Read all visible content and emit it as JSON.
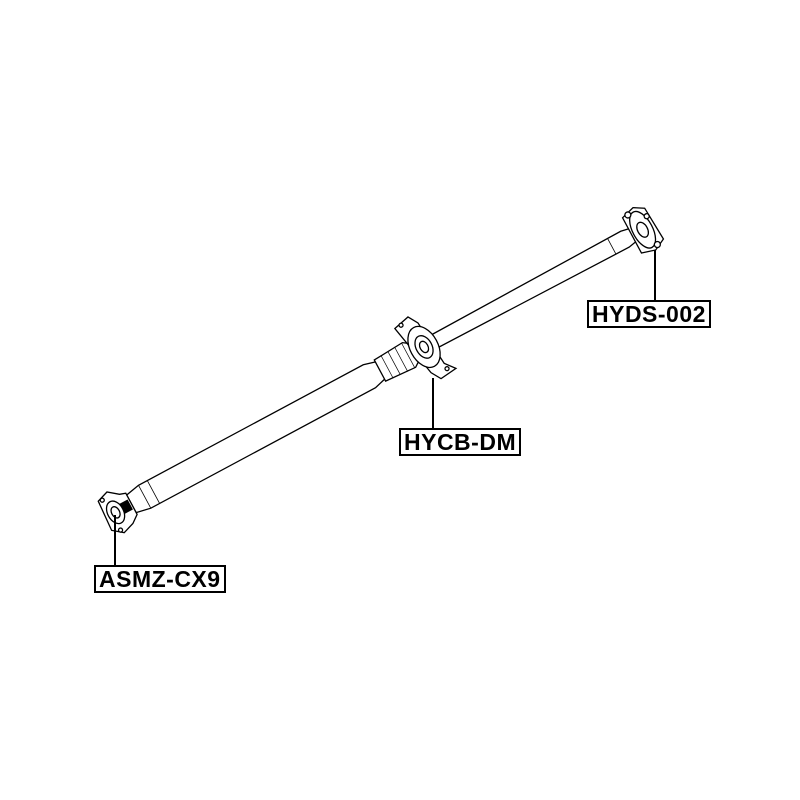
{
  "parts": [
    {
      "id": "front-coupling",
      "label": "HYDS-002"
    },
    {
      "id": "center-bearing",
      "label": "HYCB-DM"
    },
    {
      "id": "rear-joint",
      "label": "ASMZ-CX9"
    }
  ]
}
